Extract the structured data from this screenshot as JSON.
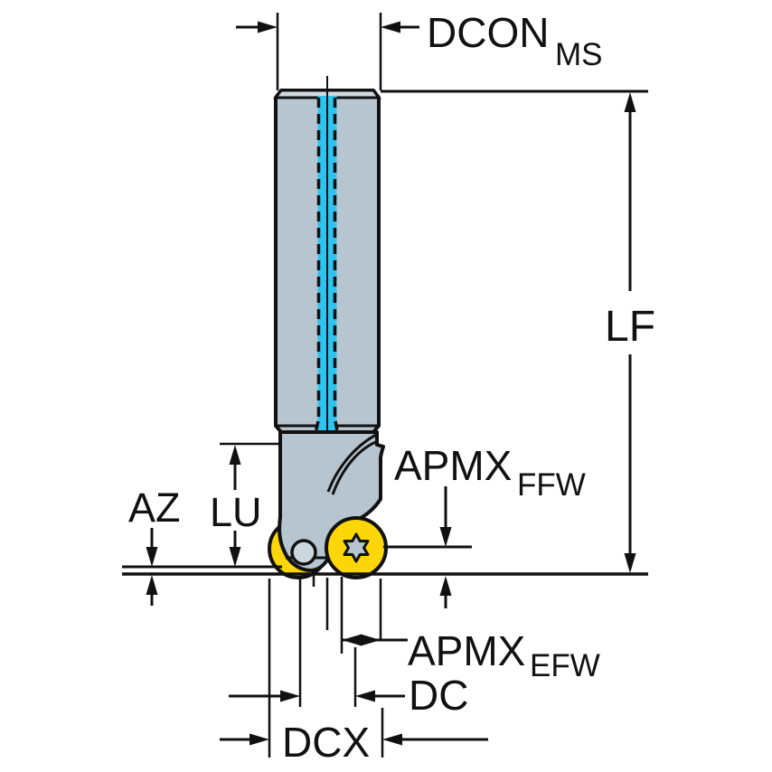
{
  "figure": {
    "type": "tool-dimension-diagram",
    "subject": "Round-insert ball nose end mill with internal coolant, side view with dimension callouts"
  },
  "labels": {
    "dcon": {
      "main": "DCON",
      "sub": "MS"
    },
    "lf": {
      "main": "LF"
    },
    "apmx_ffw": {
      "main": "APMX",
      "sub": "FFW"
    },
    "az": {
      "main": "AZ"
    },
    "lu": {
      "main": "LU"
    },
    "apmx_efw": {
      "main": "APMX",
      "sub": "EFW"
    },
    "dc": {
      "main": "DC"
    },
    "dcx": {
      "main": "DCX"
    }
  },
  "colors": {
    "background": "#ffffff",
    "line": "#111111",
    "body": "#b6c5cf",
    "body_light": "#cfdae0",
    "screw_hole": "#ccd7dd",
    "insert_yellow": "#fdd60a",
    "coolant_cyan": "#2fc3ef"
  }
}
